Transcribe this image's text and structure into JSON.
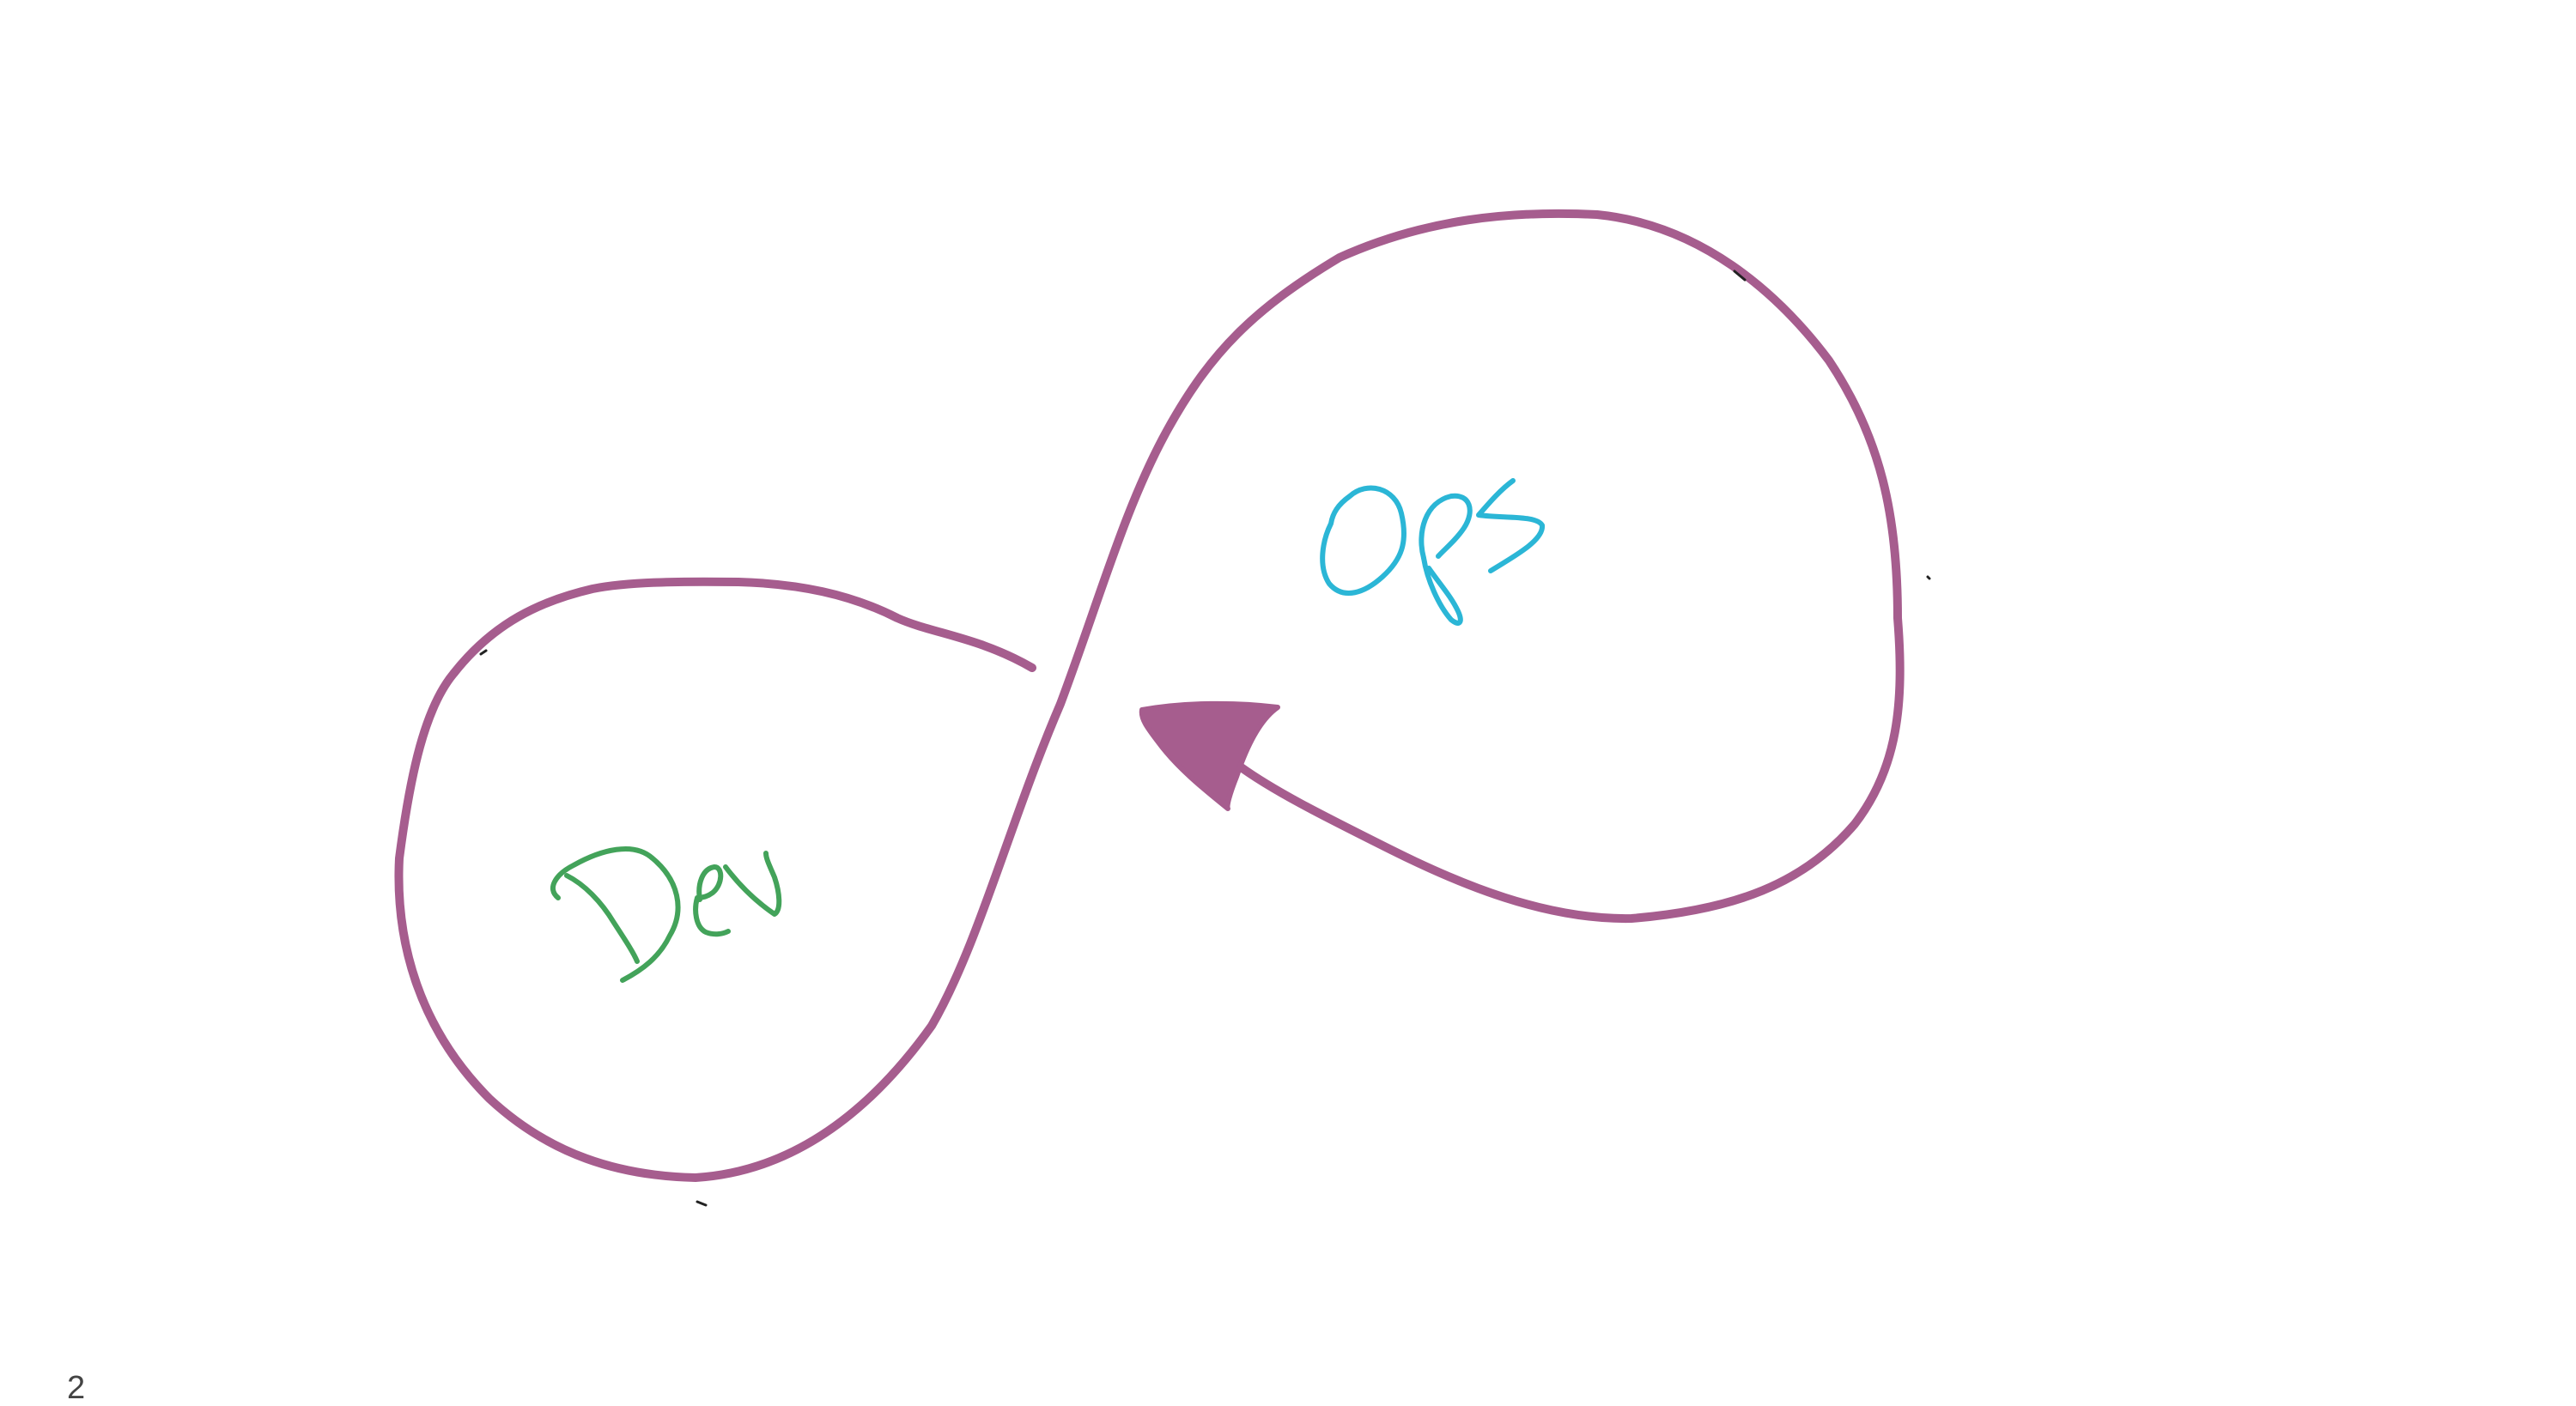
{
  "diagram": {
    "labels": {
      "left_loop": "Dev",
      "right_loop": "Ops"
    },
    "colors": {
      "loop_stroke": "#a65d8e",
      "dev_text": "#43a35a",
      "ops_text": "#2bb6d6",
      "background": "#ffffff",
      "speck": "#222222"
    }
  },
  "footer": {
    "page_number": "2"
  }
}
